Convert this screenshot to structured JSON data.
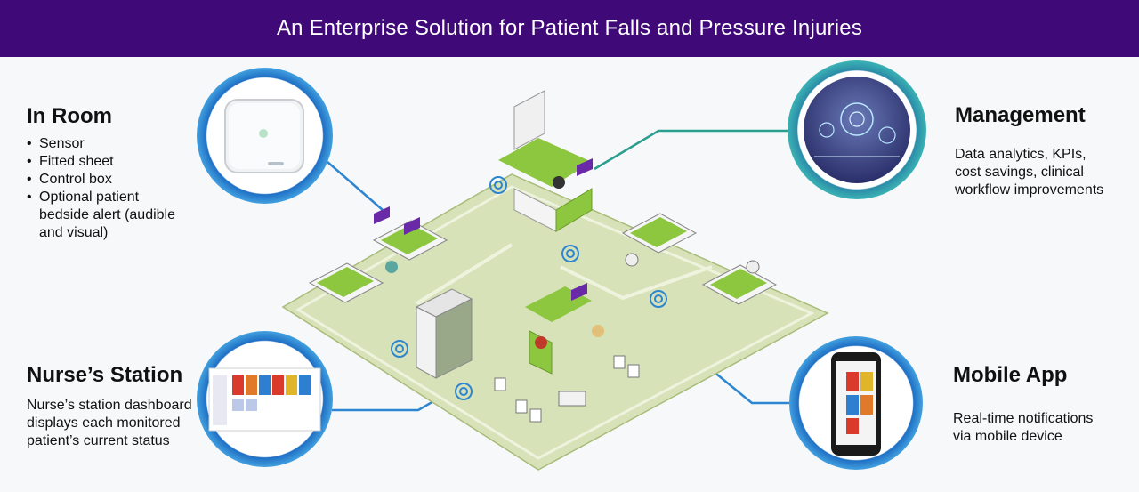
{
  "header": {
    "title": "An Enterprise Solution for Patient Falls and Pressure Injuries"
  },
  "in_room": {
    "title": "In Room",
    "items": [
      "Sensor",
      "Fitted sheet",
      "Control box",
      "Optional patient bedside alert (audible and visual)"
    ]
  },
  "management": {
    "title": "Management",
    "text": "Data analytics, KPIs, cost savings, clinical workflow improvements"
  },
  "nurses_station": {
    "title": "Nurse’s Station",
    "text": "Nurse’s station dashboard displays each monitored patient’s current status"
  },
  "mobile_app": {
    "title": "Mobile App",
    "text": "Real-time notifications via mobile device"
  },
  "colors": {
    "banner": "#3f0a78",
    "ring_blue": "#1f6fc4",
    "ring_light": "#4eb1e8",
    "floor": "#d7e2b8",
    "accent_green": "#8dc63f",
    "tag_purple": "#6a2aa8",
    "connector_blue": "#2e86d0",
    "connector_teal": "#2a9f8f"
  }
}
